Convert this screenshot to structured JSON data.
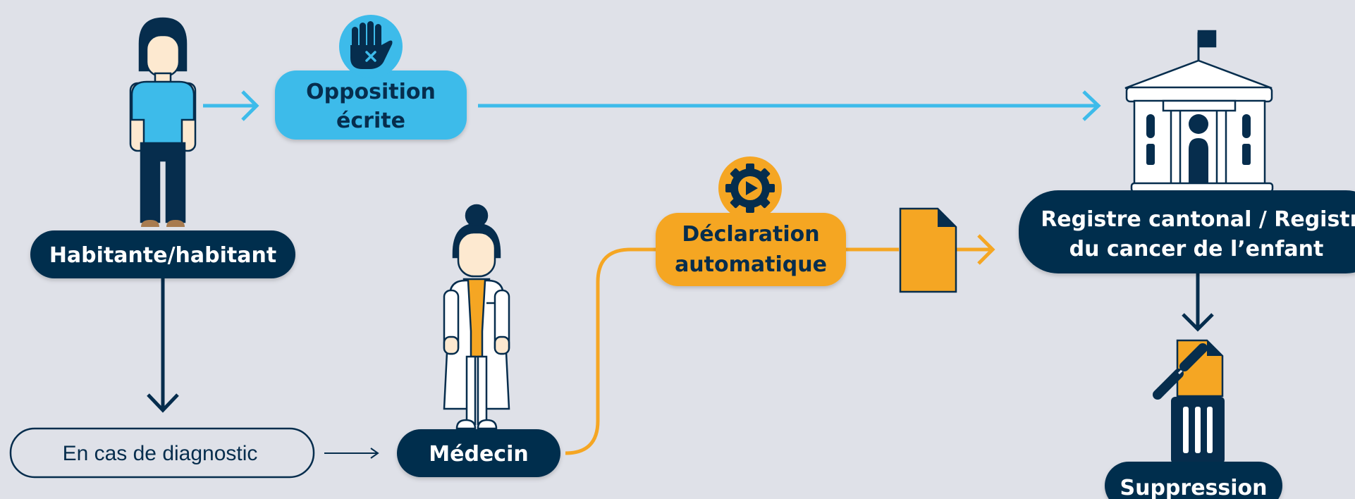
{
  "colors": {
    "background": "#dfe1e8",
    "navy": "#062d4d",
    "blue": "#3dbbea",
    "orange": "#f5a623",
    "white": "#ffffff",
    "skin": "#fde9d0",
    "shoe": "#a87b4f"
  },
  "nodes": {
    "resident": {
      "label": "Habitante/habitant",
      "icon": "woman-icon"
    },
    "opposition": {
      "line1": "Opposition",
      "line2": "écrite",
      "icon": "stop-hand-icon"
    },
    "diagnosis": {
      "label": "En cas de diagnostic"
    },
    "doctor": {
      "label": "Médecin",
      "icon": "doctor-icon"
    },
    "declaration": {
      "line1": "Déclaration",
      "line2": "automatique",
      "icon": "gear-play-icon"
    },
    "document": {
      "icon": "document-icon"
    },
    "registry": {
      "line1": "Registre cantonal / Registre",
      "line2": "du cancer de l’enfant",
      "icon": "building-icon"
    },
    "deletion": {
      "label": "Suppression",
      "icon": "trash-icon"
    }
  }
}
